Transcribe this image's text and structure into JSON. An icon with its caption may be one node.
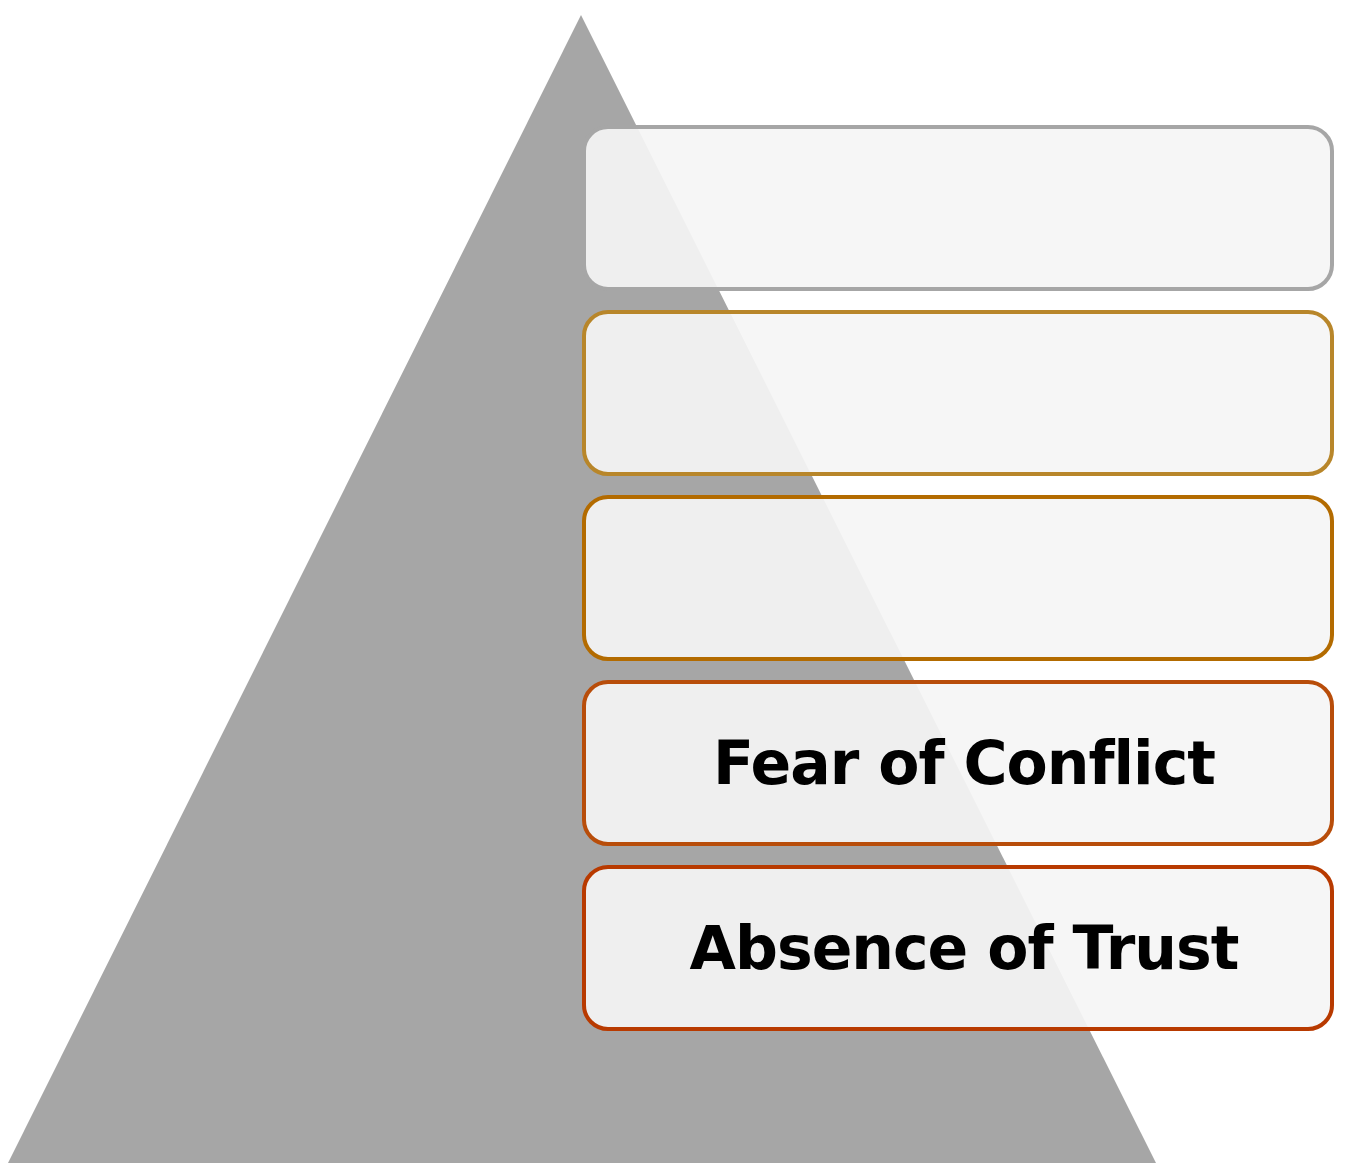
{
  "diagram": {
    "nodes": [
      {
        "text": [],
        "shape": "box"
      },
      {
        "text": [],
        "shape": "box"
      },
      {
        "text": [],
        "shape": "box"
      },
      {
        "text": [
          "Fear of Conflict"
        ]
      },
      {
        "text": [
          "Absence of Trust"
        ]
      }
    ]
  }
}
